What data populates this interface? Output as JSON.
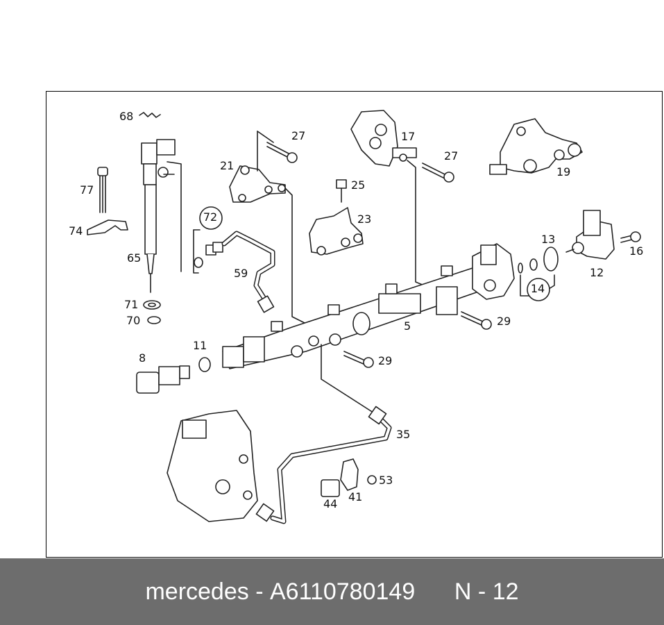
{
  "colors": {
    "footer_bg": "#6d6d6d",
    "highlight": "#f08c8c",
    "line": "#222222"
  },
  "callouts": {
    "c68": "68",
    "c77": "77",
    "c74": "74",
    "c65": "65",
    "c71": "71",
    "c70": "70",
    "c72": "72",
    "c59": "59",
    "c21": "21",
    "c27a": "27",
    "c17": "17",
    "c27b": "27",
    "c19": "19",
    "c25": "25",
    "c23": "23",
    "c13": "13",
    "c16": "16",
    "c12": "12",
    "c14": "14",
    "c5": "5",
    "c29a": "29",
    "c29b": "29",
    "c8": "8",
    "c11": "11",
    "c35": "35",
    "c53": "53",
    "c44": "44",
    "c41": "41"
  },
  "footer": {
    "brand": "mercedes",
    "separator": "-",
    "part_number": "A6110780149",
    "position_label": "N - 12"
  }
}
